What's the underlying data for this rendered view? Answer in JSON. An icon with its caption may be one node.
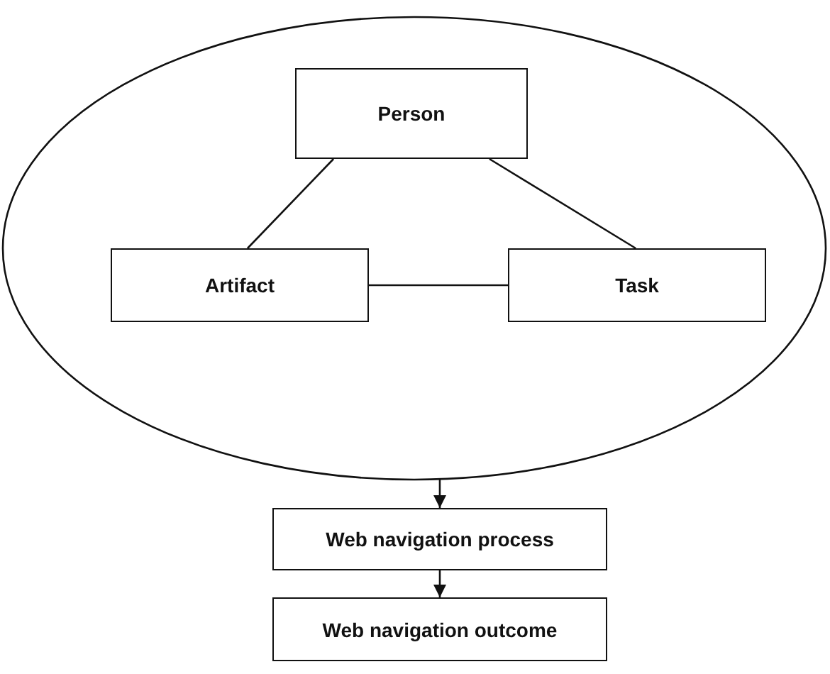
{
  "diagram": {
    "nodes": [
      {
        "text": [],
        "shape": "ellipse"
      },
      {
        "text": [
          "Person"
        ],
        "in": 0
      },
      {
        "text": [
          "Artifact"
        ],
        "in": 0
      },
      {
        "text": [
          "Task"
        ],
        "in": 0
      },
      {
        "text": [
          "Web navigation process"
        ]
      },
      {
        "text": [
          "Web navigation outcome"
        ]
      }
    ],
    "edges": [
      {
        "from": 1,
        "to": 2,
        "arrow": "none"
      },
      {
        "from": 1,
        "to": 3,
        "arrow": "none"
      },
      {
        "from": 2,
        "to": 3,
        "arrow": "none"
      },
      {
        "from": 0,
        "to": 4,
        "arrow": "to"
      },
      {
        "from": 4,
        "to": 5,
        "arrow": "to"
      }
    ]
  }
}
